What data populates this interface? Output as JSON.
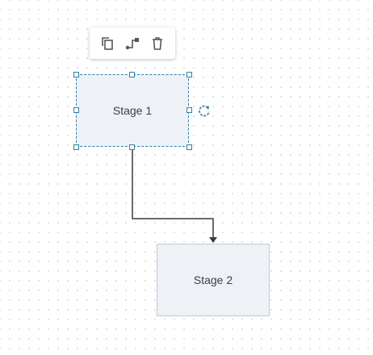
{
  "canvas": {
    "nodes": [
      {
        "id": "stage-1",
        "label": "Stage 1",
        "selected": true
      },
      {
        "id": "stage-2",
        "label": "Stage 2",
        "selected": false
      }
    ],
    "connections": [
      {
        "from": "stage-1",
        "to": "stage-2"
      }
    ]
  },
  "toolbar": {
    "buttons": [
      {
        "icon": "copy-icon"
      },
      {
        "icon": "connector-icon"
      },
      {
        "icon": "trash-icon"
      }
    ]
  },
  "icons": {
    "rotate": "rotate-icon"
  },
  "colors": {
    "selection": "#2f7fa6",
    "node_fill": "#eef1f6",
    "node_border": "#c3cad6",
    "edge": "#3a3a3a",
    "icon": "#555555"
  }
}
